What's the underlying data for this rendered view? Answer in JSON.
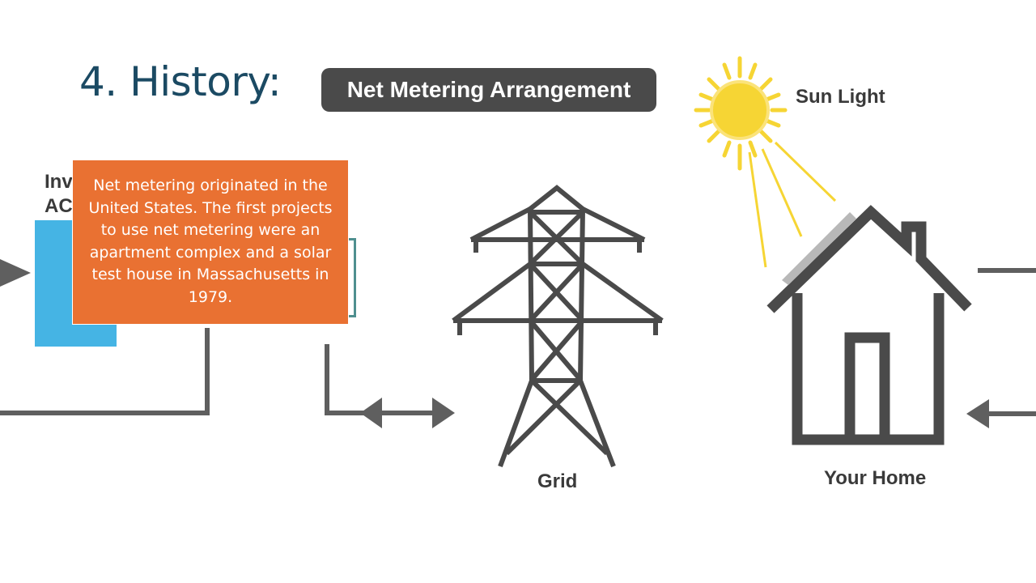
{
  "slide": {
    "title": "4. History:"
  },
  "diagram": {
    "banner": "Net Metering Arrangement",
    "labels": {
      "sun": "Sun Light",
      "grid": "Grid",
      "home": "Your Home",
      "inverter": "Inv\nAC"
    }
  },
  "callout": {
    "text": "Net metering originated in the United States. The first projects to use net metering were an apartment complex and a solar test house in Massachusetts in 1979."
  },
  "colors": {
    "title": "#1b4a63",
    "banner_bg": "#4a4a4a",
    "callout_bg": "#e97132",
    "line": "#5a5a5a",
    "sun": "#f6d534",
    "inverter": "#45b4e4"
  },
  "icons": [
    "sun-icon",
    "transmission-tower-icon",
    "house-icon",
    "inverter-icon",
    "bidirectional-arrow-icon"
  ]
}
